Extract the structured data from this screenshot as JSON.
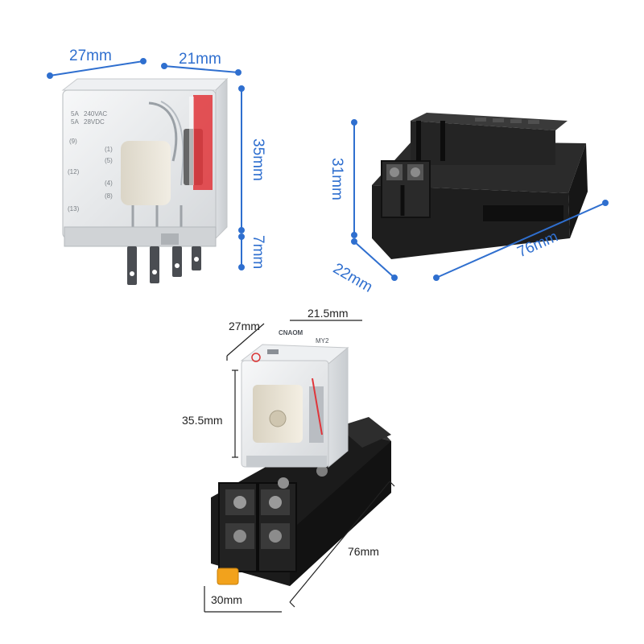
{
  "colors": {
    "dimension_blue": "#2f6fcf",
    "dimension_black": "#222222",
    "socket_black": "#1b1b1b",
    "clip_orange": "#f2a21c",
    "relay_red": "#e0353a"
  },
  "relay_top_left": {
    "width_label": "27mm",
    "depth_label": "21mm",
    "height_label": "35mm",
    "pin_label": "7mm",
    "markings": {
      "rating_a": "5A",
      "rating_b": "5A",
      "voltage_ac": "240VAC",
      "voltage_dc": "28VDC",
      "pin_9": "(9)",
      "pin_5": "(5)",
      "pin_1": "(1)",
      "pin_12": "(12)",
      "pin_8": "(8)",
      "pin_4": "(4)",
      "pin_13": "(13)"
    }
  },
  "socket_top_right": {
    "height_label": "31mm",
    "width_label": "22mm",
    "length_label": "76mm"
  },
  "assembly_bottom": {
    "relay_width_label": "27mm",
    "relay_depth_label": "21.5mm",
    "relay_height_label": "35.5mm",
    "socket_length_label": "76mm",
    "socket_width_label": "30mm",
    "brand": "CNAOM",
    "model": "MY2"
  }
}
